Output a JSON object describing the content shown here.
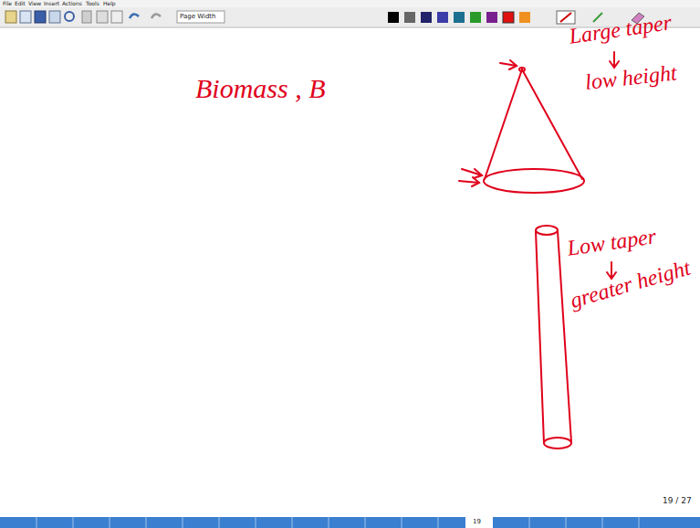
{
  "diagram": {
    "labels": [
      "File",
      "Edit",
      "View",
      "Insert",
      "Actions",
      "Tools",
      "Help",
      "Page Width",
      "Biomass , B",
      "Large taper",
      "low height",
      "Low taper",
      "greater height",
      "19 / 27",
      "19"
    ]
  }
}
